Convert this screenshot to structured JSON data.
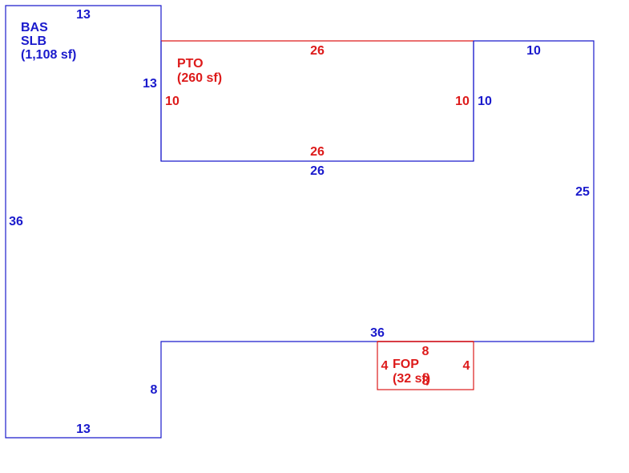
{
  "colors": {
    "bas": "#1a1acc",
    "pto": "#dd1a1a",
    "fop": "#dd1a1a",
    "background": "#ffffff"
  },
  "areas": {
    "bas": {
      "code": "BAS",
      "sub": "SLB",
      "area": "(1,108 sf)"
    },
    "pto": {
      "code": "PTO",
      "area": "(260 sf)"
    },
    "fop": {
      "code": "FOP",
      "area": "(32 sf)"
    }
  },
  "dimensions": {
    "bas": {
      "top_left": "13",
      "pto_left": "13",
      "pto_bottom": "26",
      "right_top": "10",
      "right_step": "10",
      "right_side": "25",
      "bottom_middle": "36",
      "step_down": "8",
      "bottom_left": "13",
      "left_side": "36"
    },
    "pto": {
      "top": "26",
      "left": "10",
      "right": "10",
      "bottom": "26"
    },
    "fop": {
      "top": "8",
      "left": "4",
      "right": "4",
      "bottom": "8"
    }
  }
}
